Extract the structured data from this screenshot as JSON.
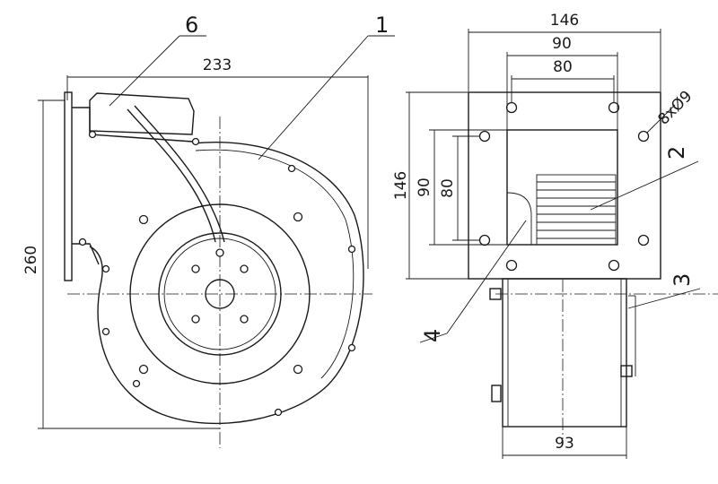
{
  "front_view": {
    "width_label": "233",
    "height_label": "260"
  },
  "side_view": {
    "width_label": "146",
    "height_label": "146",
    "hole_span_h_outer": "90",
    "hole_span_h_inner": "80",
    "hole_span_v_outer": "90",
    "hole_span_v_inner": "80",
    "holes_label": "8xØ9",
    "depth_label": "93"
  },
  "callouts": [
    "1",
    "2",
    "3",
    "4",
    "6"
  ]
}
